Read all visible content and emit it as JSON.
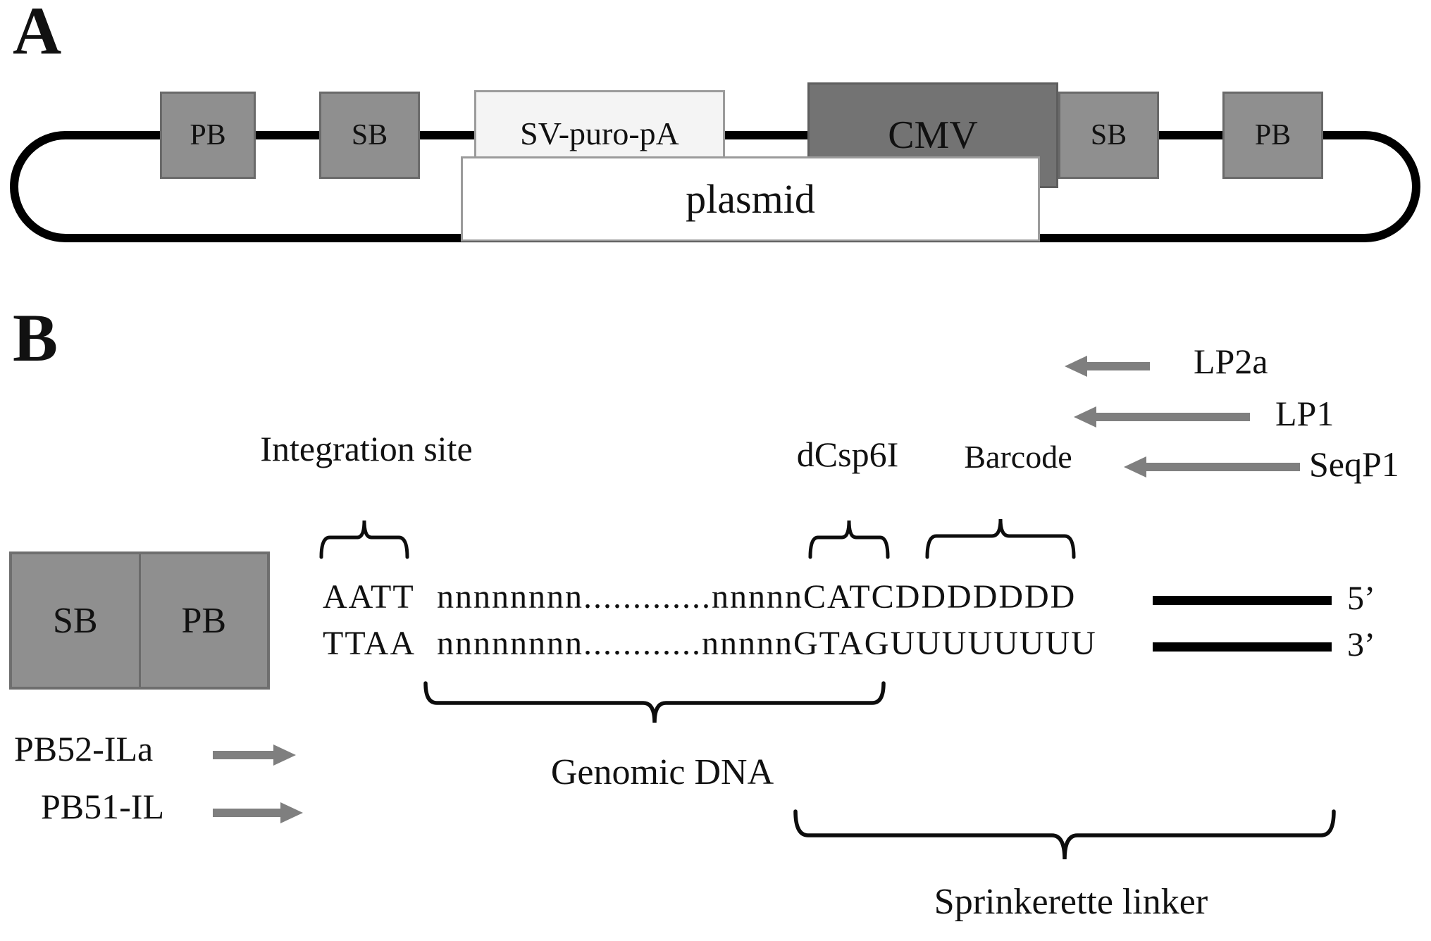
{
  "colors": {
    "element_gray": "#8f8f8f",
    "cmv_dark_gray": "#737373",
    "cassette_light": "#f4f4f4",
    "arrow_gray": "#7f7f7f",
    "line_black": "#000000"
  },
  "panel_a": {
    "label": "A",
    "elements": [
      {
        "label": "PB"
      },
      {
        "label": "SB"
      },
      {
        "label": "SV-puro-pA"
      },
      {
        "label": "CMV"
      },
      {
        "label": "SB"
      },
      {
        "label": "PB"
      }
    ],
    "plasmid_label": "plasmid"
  },
  "panel_b": {
    "label": "B",
    "right_primers": [
      {
        "label": "LP2a"
      },
      {
        "label": "LP1"
      },
      {
        "label": "SeqP1"
      }
    ],
    "labels": {
      "integration_site": "Integration site",
      "dcsp6i": "dCsp6I",
      "barcode": "Barcode",
      "genomic_dna": "Genomic DNA",
      "sprinkerette": "Sprinkerette linker"
    },
    "transposon_box": {
      "left": "SB",
      "right": "PB"
    },
    "sequence": {
      "site_top": "AATT",
      "site_bottom": "TTAA",
      "strand_top": "nnnnnnnn.............nnnnnCATCDDDDDDD",
      "strand_bottom": "nnnnnnnn............nnnnnGTAGUUUUUUUU",
      "five_prime": "5’",
      "three_prime": "3’"
    },
    "left_primers": [
      {
        "label": "PB52-ILa"
      },
      {
        "label": "PB51-IL"
      }
    ]
  }
}
